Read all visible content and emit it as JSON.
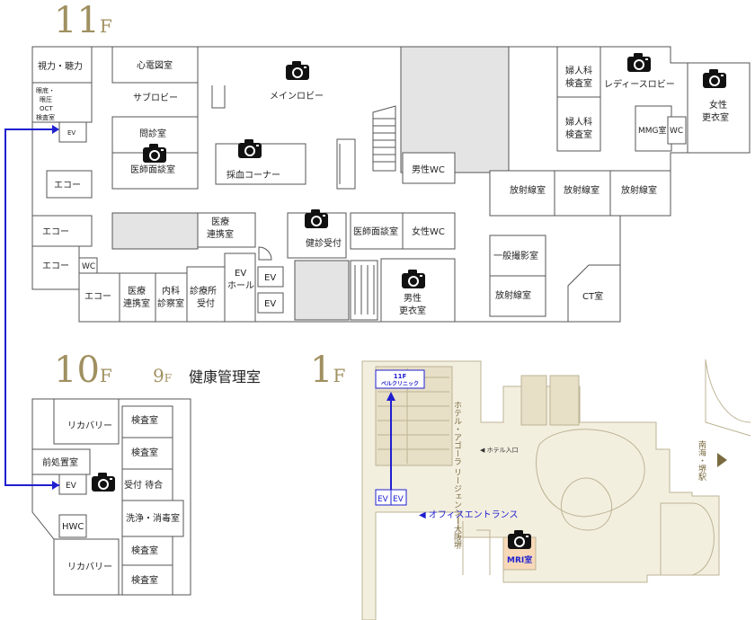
{
  "floors": {
    "f11": {
      "num": "11",
      "suffix": "F"
    },
    "f10": {
      "num": "10",
      "suffix": "F"
    },
    "f9": {
      "num": "9",
      "suffix": "F",
      "title": "健康管理室"
    },
    "f1": {
      "num": "1",
      "suffix": "F"
    }
  },
  "rooms11": {
    "vision": "視力・聴力",
    "fundus_1": "眼底・",
    "fundus_2": "眼圧",
    "fundus_3": "OCT",
    "fundus_4": "検査室",
    "ecg": "心電図室",
    "sub_lobby": "サブロビー",
    "main_lobby": "メインロビー",
    "interview": "問診室",
    "doctor_room_1": "医師面談室",
    "blood": "採血コーナー",
    "echo_1": "エコー",
    "echo_2": "エコー",
    "echo_3": "エコー",
    "echo_4": "エコー",
    "wc": "WC",
    "med_link_1a": "医療",
    "med_link_1b": "連携室",
    "med_link_2a": "医療",
    "med_link_2b": "連携室",
    "internal_a": "内科",
    "internal_b": "診察室",
    "clinic_a": "診療所",
    "clinic_b": "受付",
    "ev_hall_a": "EV",
    "ev_hall_b": "ホール",
    "ev1": "EV",
    "ev2": "EV",
    "ev_main": "EV",
    "checkup_reception": "健診受付",
    "doctor_room_2": "医師面談室",
    "women_wc": "女性WC",
    "men_wc": "男性WC",
    "men_locker_a": "男性",
    "men_locker_b": "更衣室",
    "gyn_1a": "婦人科",
    "gyn_1b": "検査室",
    "gyn_2a": "婦人科",
    "gyn_2b": "検査室",
    "ladies_lobby": "レディースロビー",
    "mmg": "MMG室",
    "wc2": "WC",
    "women_locker_a": "女性",
    "women_locker_b": "更衣室",
    "xray_1": "放射線室",
    "xray_2": "放射線室",
    "xray_3": "放射線室",
    "xray_4": "放射線室",
    "general_xray": "一般撮影室",
    "ct": "CT室"
  },
  "rooms10": {
    "recovery_1": "リカバリー",
    "recovery_2": "リカバリー",
    "exam_1": "検査室",
    "exam_2": "検査室",
    "exam_3": "検査室",
    "exam_4": "検査室",
    "pretreat": "前処置室",
    "ev": "EV",
    "reception": "受付 待合",
    "wash": "洗浄・消毒室",
    "hwc": "HWC"
  },
  "first_floor": {
    "clinic_line1": "11F",
    "clinic_line2": "ベルクリニック",
    "hotel": "ホテル・アゴーラ リージェンシー大阪堺",
    "hotel_entrance": "◀ ホテル入口",
    "office_entrance": "◀ オフィスエントランス",
    "ev1": "EV",
    "ev2": "EV",
    "mri": "MRI室",
    "station": "南海・堺駅"
  },
  "colors": {
    "route": "#1f1fd0",
    "floor_number": "#a09060",
    "mri_fill": "#f7d9b8"
  },
  "icons": [
    "camera-icon",
    "arrow-right-icon"
  ]
}
